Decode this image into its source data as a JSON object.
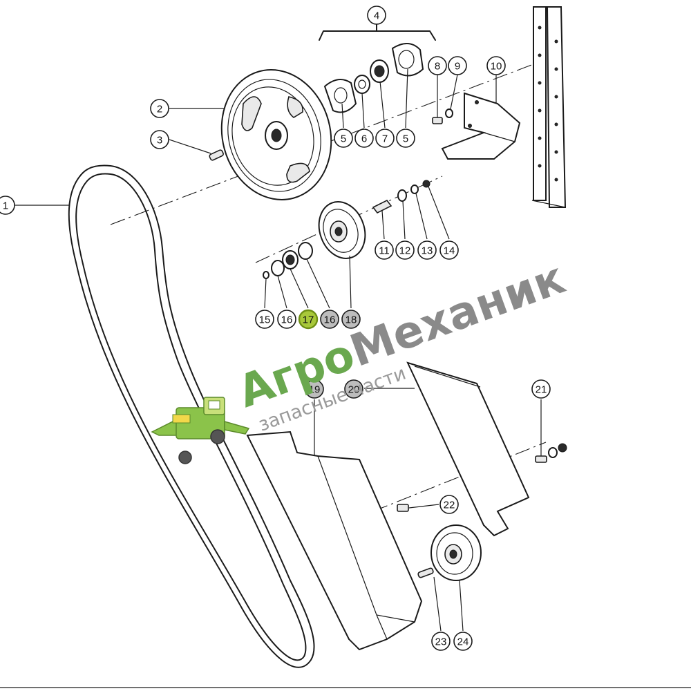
{
  "callouts": [
    {
      "label": "1"
    },
    {
      "label": "2"
    },
    {
      "label": "3"
    },
    {
      "label": "4"
    },
    {
      "label": "5"
    },
    {
      "label": "6"
    },
    {
      "label": "7"
    },
    {
      "label": "5"
    },
    {
      "label": "8"
    },
    {
      "label": "9"
    },
    {
      "label": "10"
    },
    {
      "label": "11"
    },
    {
      "label": "12"
    },
    {
      "label": "13"
    },
    {
      "label": "14"
    },
    {
      "label": "15"
    },
    {
      "label": "16"
    },
    {
      "label": "17"
    },
    {
      "label": "16"
    },
    {
      "label": "18"
    },
    {
      "label": "19"
    },
    {
      "label": "20"
    },
    {
      "label": "21"
    },
    {
      "label": "22"
    },
    {
      "label": "23"
    },
    {
      "label": "24"
    }
  ],
  "highlighted_callout": "17",
  "watermark": {
    "brand_part1": "Агро",
    "brand_part2": "Механик",
    "subtitle": "запасные части",
    "brand_color_green": "#6aa84f",
    "brand_color_gray": "#8a8a8a",
    "icon": "combine-harvester-icon"
  }
}
